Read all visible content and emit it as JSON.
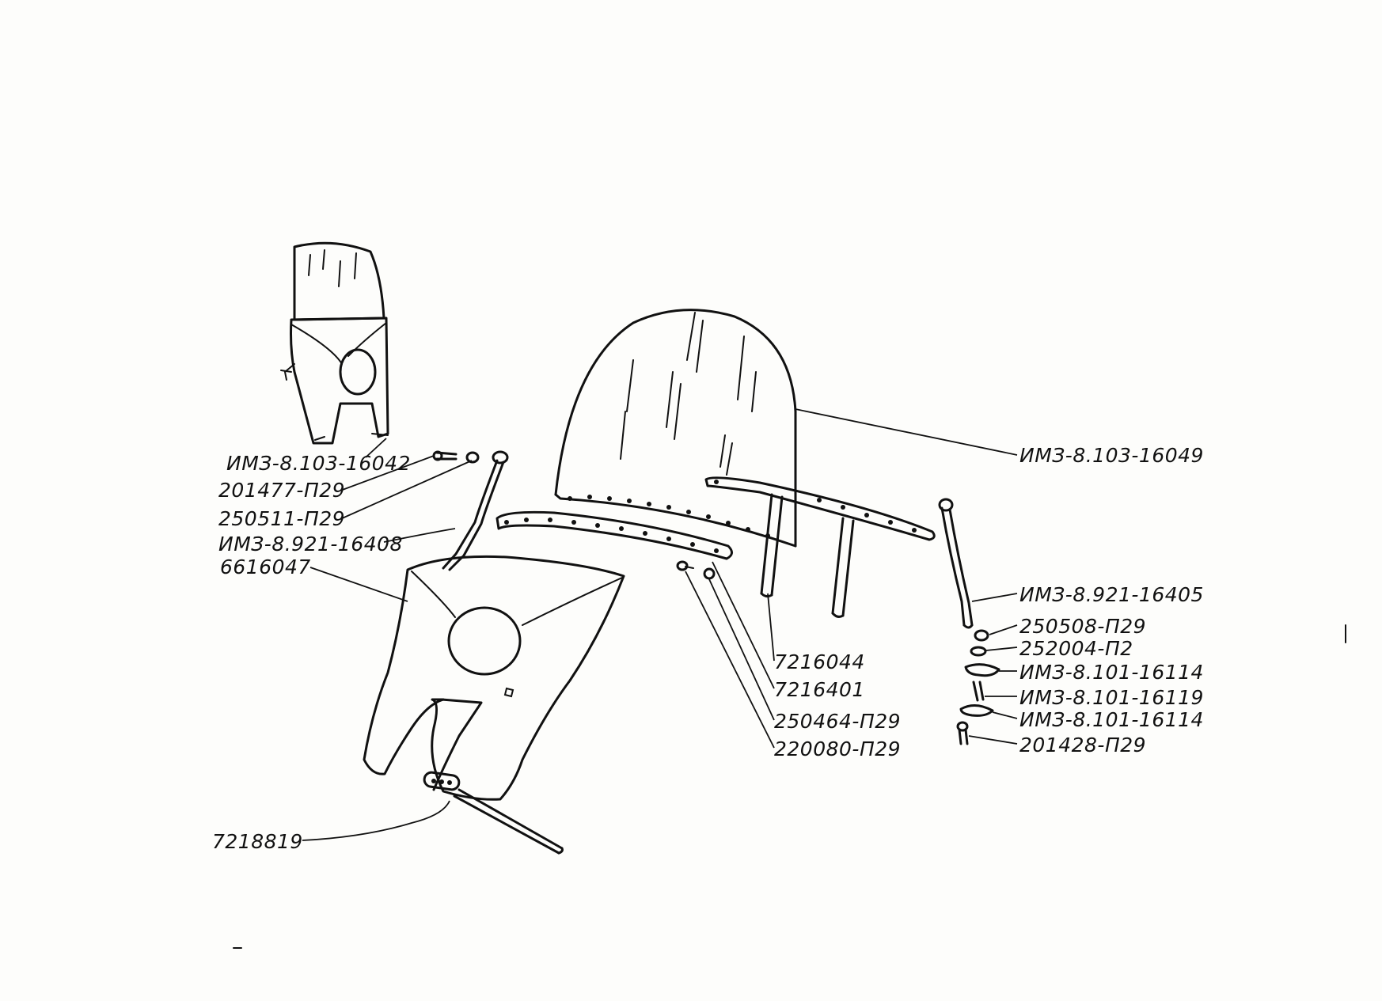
{
  "diagram": {
    "labels": [
      {
        "id": "im3-8-103-16042",
        "text": "ИМЗ-8.103-16042"
      },
      {
        "id": "201477-p29",
        "text": "201477-П29"
      },
      {
        "id": "250511-p29",
        "text": "250511-П29"
      },
      {
        "id": "im3-8-921-16408",
        "text": "ИМЗ-8.921-16408"
      },
      {
        "id": "6616047",
        "text": "6616047"
      },
      {
        "id": "im3-8-103-16049",
        "text": "ИМЗ-8.103-16049"
      },
      {
        "id": "im3-8-921-16405",
        "text": "ИМЗ-8.921-16405"
      },
      {
        "id": "250508-p29",
        "text": "250508-П29"
      },
      {
        "id": "252004-p2",
        "text": "252004-П2"
      },
      {
        "id": "im3-8-101-16114-a",
        "text": "ИМЗ-8.101-16114"
      },
      {
        "id": "im3-8-101-16119",
        "text": "ИМЗ-8.101-16119"
      },
      {
        "id": "im3-8-101-16114-b",
        "text": "ИМЗ-8.101-16114"
      },
      {
        "id": "201428-p29",
        "text": "201428-П29"
      },
      {
        "id": "7216044",
        "text": "7216044"
      },
      {
        "id": "7216401",
        "text": "7216401"
      },
      {
        "id": "250464-p29",
        "text": "250464-П29"
      },
      {
        "id": "220080-p29",
        "text": "220080-П29"
      },
      {
        "id": "7218819",
        "text": "7218819"
      }
    ]
  }
}
